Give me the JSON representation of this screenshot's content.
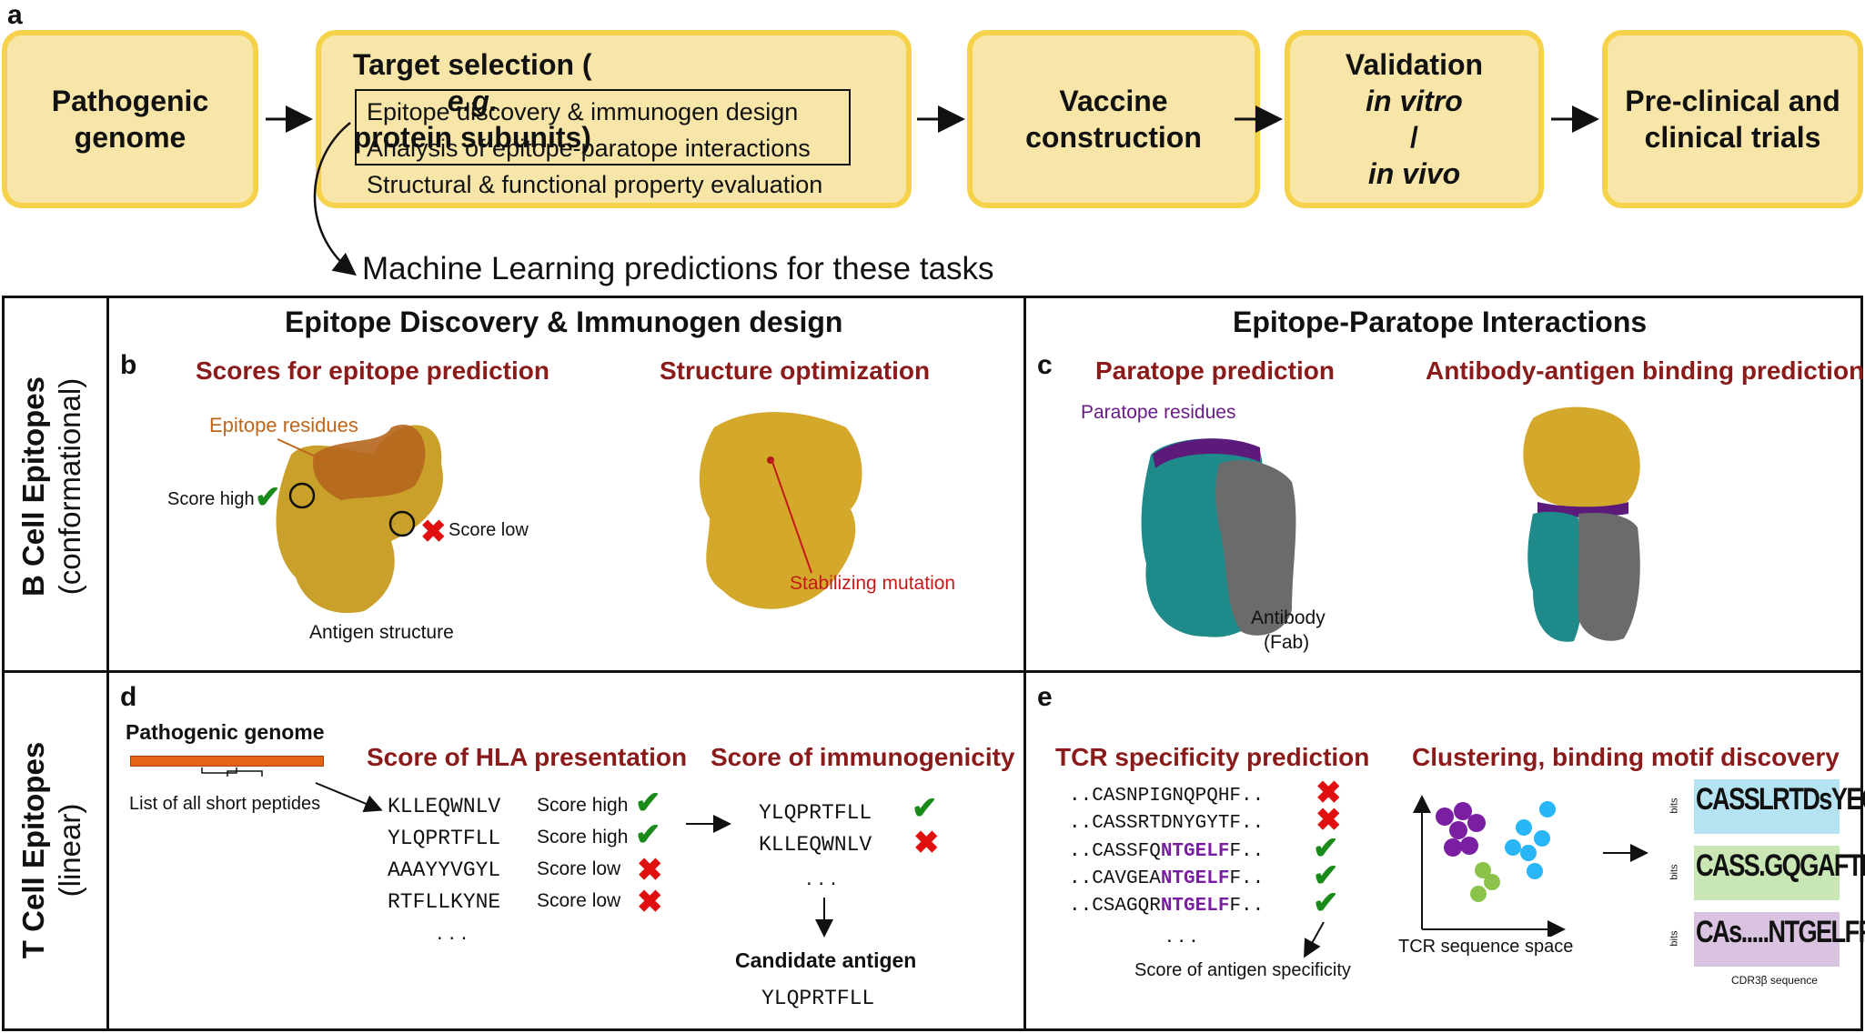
{
  "panel_a": {
    "letter": "a",
    "steps": [
      {
        "lines": [
          "Pathogenic",
          "genome"
        ]
      },
      {
        "title_prefix": "Target selection (",
        "title_italic": "e.g.",
        "title_suffix": " protein subunits)",
        "items": [
          "Epitope discovery & immunogen design",
          "Analysis of epitope-paratope interactions",
          "Structural & functional property evaluation"
        ]
      },
      {
        "lines": [
          "Vaccine",
          "construction"
        ]
      },
      {
        "line1": "Validation",
        "line2_a": "in vitro",
        "line2_sep": "/",
        "line2_b": "in vivo"
      },
      {
        "lines": [
          "Pre-clinical and",
          "clinical trials"
        ]
      }
    ],
    "ml_note": "Machine Learning predictions for these tasks"
  },
  "rows": {
    "b_cell": {
      "line1": "B Cell Epitopes",
      "line2": "(conformational)"
    },
    "t_cell": {
      "line1": "T Cell Epitopes",
      "line2": "(linear)"
    }
  },
  "columns": {
    "left": "Epitope Discovery & Immunogen design",
    "right": "Epitope-Paratope Interactions"
  },
  "panel_b": {
    "letter": "b",
    "title1": "Scores for epitope prediction",
    "title2": "Structure optimization",
    "epitope_residues": "Epitope residues",
    "score_high": "Score high",
    "score_low": "Score low",
    "antigen_structure": "Antigen structure",
    "stabilizing_mutation": "Stabilizing mutation"
  },
  "panel_c": {
    "letter": "c",
    "title1": "Paratope prediction",
    "title2": "Antibody-antigen binding prediction",
    "paratope_residues": "Paratope residues",
    "antibody": "Antibody",
    "fab": "(Fab)"
  },
  "panel_d": {
    "letter": "d",
    "genome_label": "Pathogenic genome",
    "peptides_label": "List of all short peptides",
    "title1": "Score of HLA presentation",
    "title2": "Score of immunogenicity",
    "hla_rows": [
      {
        "peptide": "KLLEQWNLV",
        "score": "Score high",
        "mark": "check"
      },
      {
        "peptide": "YLQPRTFLL",
        "score": "Score high",
        "mark": "check"
      },
      {
        "peptide": "AAAYYVGYL",
        "score": "Score low",
        "mark": "cross"
      },
      {
        "peptide": "RTFLLKYNE",
        "score": "Score low",
        "mark": "cross"
      }
    ],
    "ellipsis": ". . .",
    "immuno_rows": [
      {
        "peptide": "YLQPRTFLL",
        "mark": "check"
      },
      {
        "peptide": "KLLEQWNLV",
        "mark": "cross"
      }
    ],
    "candidate_label": "Candidate antigen",
    "candidate_peptide": "YLQPRTFLL"
  },
  "panel_e": {
    "letter": "e",
    "title1": "TCR specificity prediction",
    "title2": "Clustering, binding motif discovery",
    "tcr_rows": [
      {
        "prefix": "..CASNPIGNQPQHF..",
        "motif": "",
        "suffix": "",
        "mark": "cross"
      },
      {
        "prefix": "..CASSRTDNYGYTF..",
        "motif": "",
        "suffix": "",
        "mark": "cross"
      },
      {
        "prefix": "..CASSFQ",
        "motif": "NTGELF",
        "suffix": "F..",
        "mark": "check"
      },
      {
        "prefix": "..CAVGEA",
        "motif": "NTGELF",
        "suffix": "F..",
        "mark": "check"
      },
      {
        "prefix": "..CSAGQR",
        "motif": "NTGELF",
        "suffix": "F..",
        "mark": "check"
      }
    ],
    "ellipsis": ". . .",
    "antigen_specificity": "Score of antigen specificity",
    "tcr_space": "TCR sequence space",
    "logos": [
      {
        "text": "CASSLRTDsYEQYF",
        "bg": "#b5e3f2"
      },
      {
        "text": "CASS.GQGAFTDTQYF",
        "bg": "#c9e6b5"
      },
      {
        "text": "CAs.....NTGELFF",
        "bg": "#d9c3e0"
      }
    ],
    "logo_axis_y": "bits",
    "logo_axis_x": "CDR3β sequence"
  },
  "colors": {
    "box_fill": "#f8e6a8",
    "box_border": "#f5d24a",
    "title_red": "#8b1a1a",
    "epitope_orange": "#c0661a",
    "mutation_red": "#c41a1a",
    "paratope_purple": "#6a1b8a",
    "antigen_gold": "#d4a82a",
    "antibody_teal": "#1e8a8a",
    "antibody_grey": "#6b6b6b",
    "cluster_purple": "#7b1fa2",
    "cluster_cyan": "#29b6f6",
    "cluster_green": "#8bc34a",
    "genome_bar": "#e8631a"
  }
}
